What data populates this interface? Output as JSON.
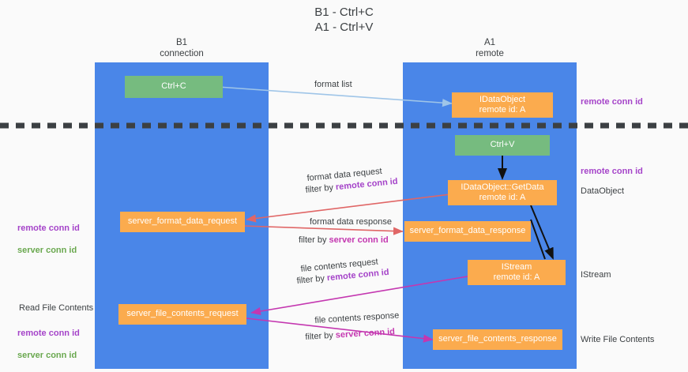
{
  "title": "B1 - Ctrl+C\nA1 - Ctrl+V",
  "columns": {
    "left": {
      "name": "B1",
      "role": "connection",
      "label": "B1\nconnection"
    },
    "right": {
      "name": "A1",
      "role": "remote",
      "label": "A1\nremote"
    }
  },
  "colors": {
    "lane": "#4a86e8",
    "node_green": "#76bb7f",
    "node_orange": "#fbab4e",
    "remote_conn_id": "#a544c9",
    "server_conn_id": "#6aa84f",
    "filter_server_conn_id": "#c437b0",
    "arrow_blue": "#9fc5e8",
    "arrow_red": "#e06666",
    "arrow_magenta": "#c437b0",
    "arrow_black": "#000000",
    "divider": "#3c4043",
    "background": "#fafafa"
  },
  "nodes": {
    "ctrl_c": {
      "label": "Ctrl+C",
      "style": "green",
      "lane": "left"
    },
    "remote_dataobject": {
      "label": "IDataObject\nremote id: A",
      "style": "orange",
      "lane": "right"
    },
    "ctrl_v": {
      "label": "Ctrl+V",
      "style": "green",
      "lane": "right"
    },
    "getdata": {
      "label": "IDataObject::GetData\nremote id: A",
      "style": "orange",
      "lane": "right"
    },
    "server_format_data_request": {
      "label": "server_format_data_request",
      "style": "orange",
      "lane": "left"
    },
    "server_format_data_response": {
      "label": "server_format_data_response",
      "style": "orange",
      "lane": "right"
    },
    "istream": {
      "label": "IStream\nremote id: A",
      "style": "orange",
      "lane": "right"
    },
    "server_file_contents_request": {
      "label": "server_file_contents_request",
      "style": "orange",
      "lane": "left"
    },
    "server_file_contents_response": {
      "label": "server_file_contents_response",
      "style": "orange",
      "lane": "right"
    }
  },
  "edges": [
    {
      "id": "format-list",
      "label": "format list",
      "filter": "",
      "color": "#9fc5e8",
      "direction": "left-to-right"
    },
    {
      "id": "format-data-request",
      "label": "format data request",
      "filter_prefix": "filter by ",
      "filter_key": "remote conn id",
      "color": "#e06666",
      "direction": "right-to-left"
    },
    {
      "id": "format-data-response",
      "label": "format data response",
      "filter_prefix": "filter by ",
      "filter_key": "server conn id",
      "color": "#e06666",
      "direction": "left-to-right"
    },
    {
      "id": "file-contents-request",
      "label": "file contents request",
      "filter_prefix": "filter by ",
      "filter_key": "remote conn id",
      "color": "#c437b0",
      "direction": "right-to-left"
    },
    {
      "id": "file-contents-response",
      "label": "file contents response",
      "filter_prefix": "filter by ",
      "filter_key": "server conn id",
      "color": "#c437b0",
      "direction": "left-to-right"
    }
  ],
  "annotations": {
    "right_remote_conn_id_top": "remote conn id",
    "right_remote_conn_id_mid": "remote conn id",
    "right_dataobject": "DataObject",
    "right_istream": "IStream",
    "right_write_file_contents": "Write File Contents",
    "left_read_file_contents": "Read File Contents",
    "left_ids_mid_remote": "remote conn id",
    "left_ids_mid_server": "server conn id",
    "left_ids_bottom_remote": "remote conn id",
    "left_ids_bottom_server": "server conn id"
  },
  "edge_labels": {
    "format_list": "format list",
    "format_data_request": "format data request",
    "format_data_request_filter_prefix": "filter by ",
    "format_data_request_filter_key": "remote conn id",
    "format_data_response": "format data response",
    "format_data_response_filter_prefix": "filter by ",
    "format_data_response_filter_key": "server conn id",
    "file_contents_request": "file contents request",
    "file_contents_request_filter_prefix": "filter by ",
    "file_contents_request_filter_key": "remote conn id",
    "file_contents_response": "file contents response",
    "file_contents_response_filter_prefix": "filter by ",
    "file_contents_response_filter_key": "server conn id"
  }
}
